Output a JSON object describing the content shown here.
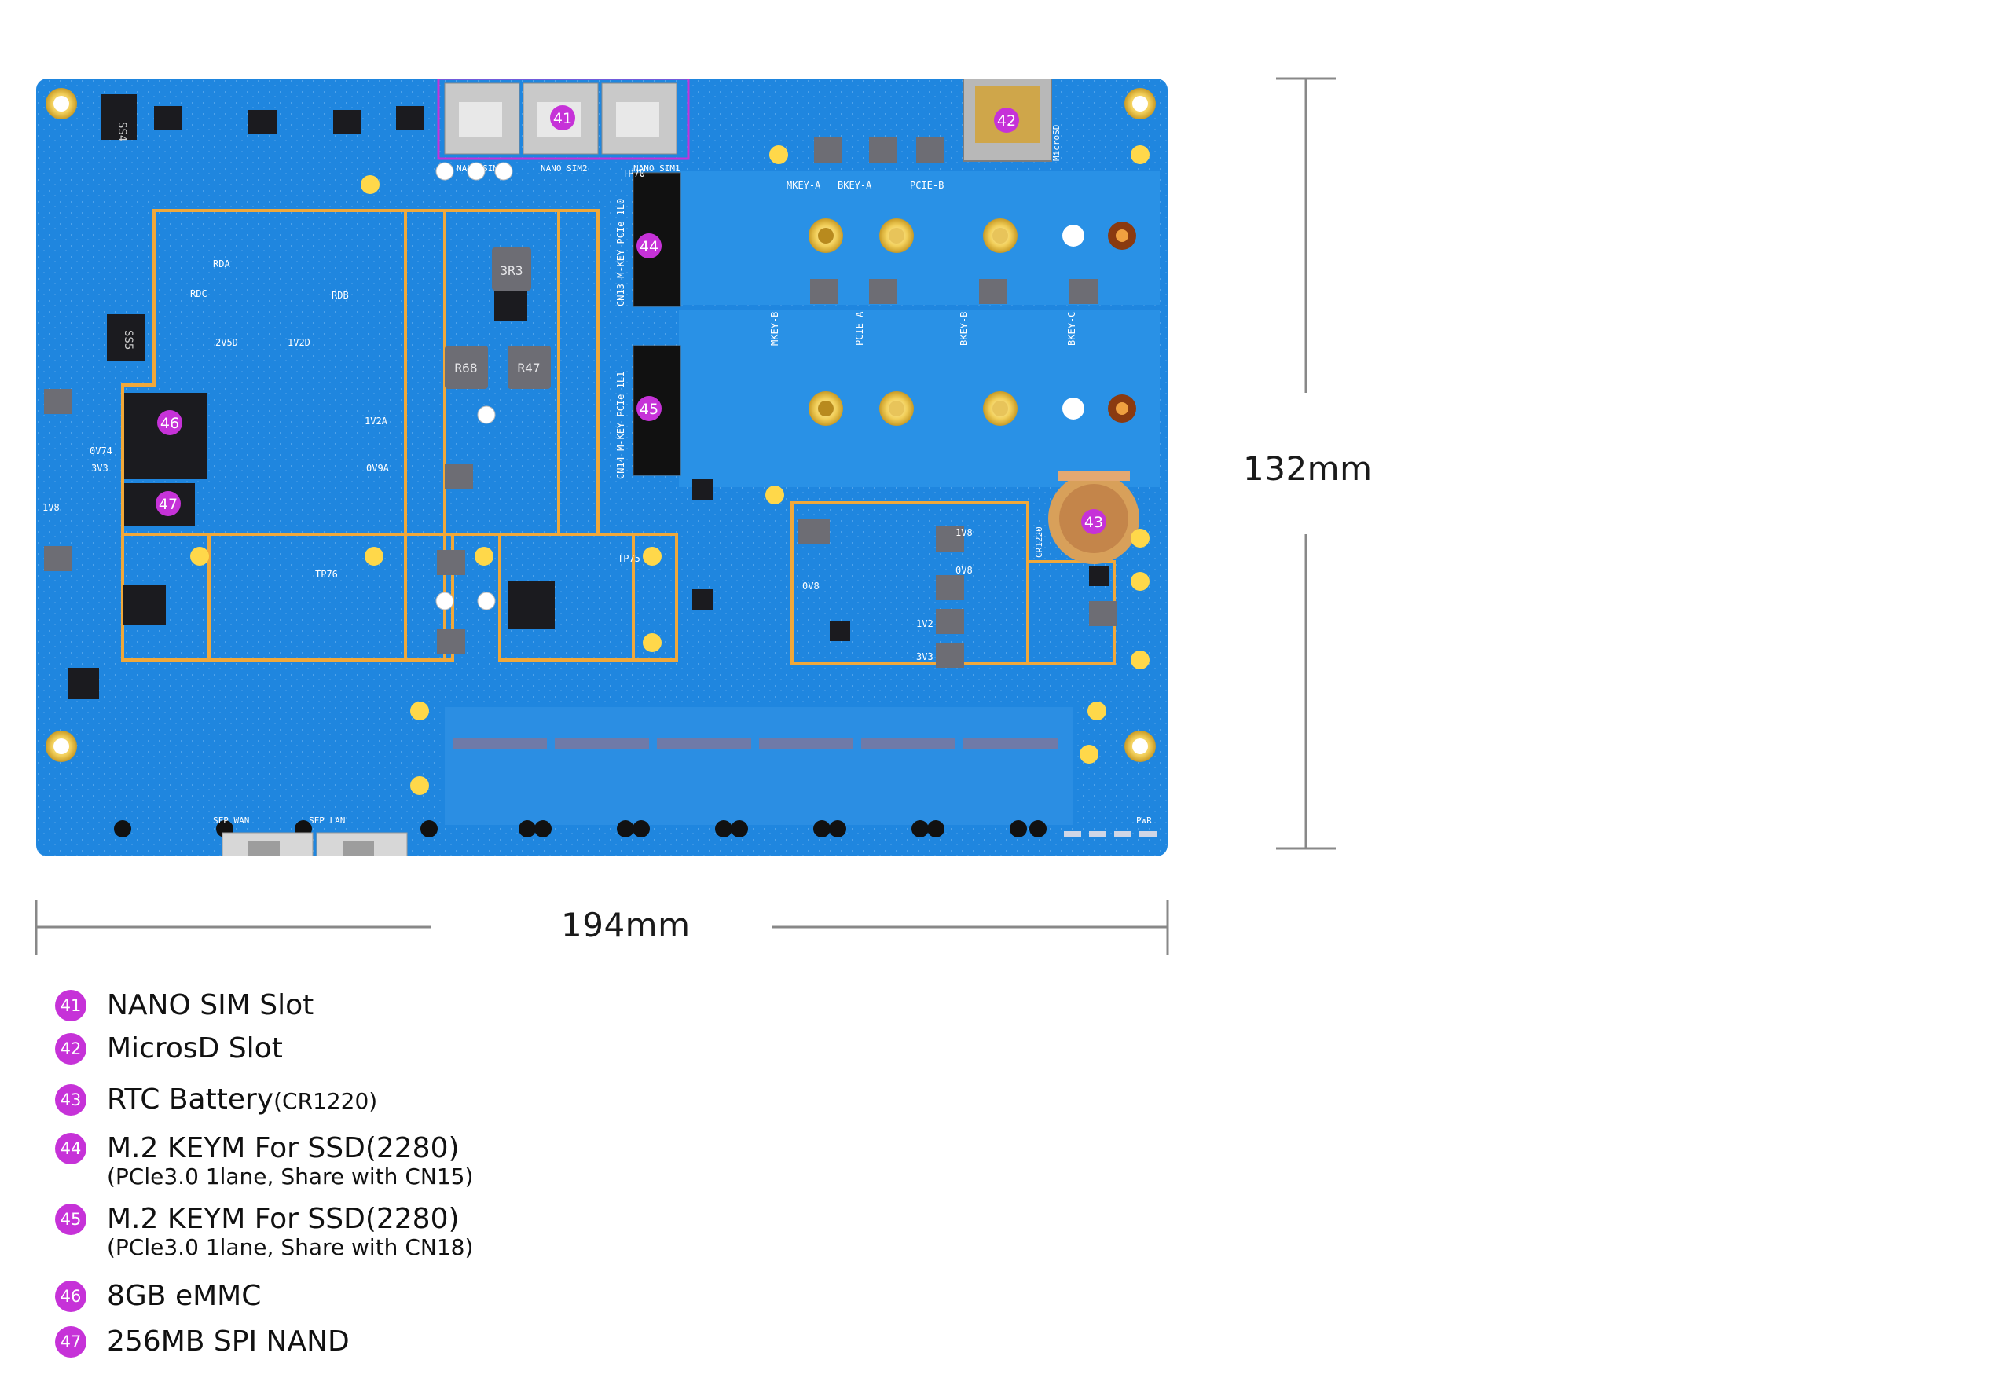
{
  "dimensions": {
    "height_label": "132mm",
    "width_label": "194mm"
  },
  "board_labels": {
    "sim3": "NANO SIM3",
    "sim2": "NANO SIM2",
    "sim1": "NANO SIM1",
    "microsd": "MicroSD",
    "mkey_a": "MKEY-A",
    "bkey_a": "BKEY-A",
    "pcie_b": "PCIE-B",
    "cn13": "CN13 M-KEY PCIe 1L0",
    "cn14": "CN14 M-KEY PCIe 1L1",
    "mkey_b": "MKEY-B",
    "pcie_a": "PCIE-A",
    "bkey_b": "BKEY-B",
    "bkey_c": "BKEY-C",
    "cr1220": "CR1220",
    "sfp_wan": "SFP WAN",
    "sfp_lan": "SFP LAN",
    "pwr": "PWR",
    "r47": "R47",
    "r68": "R68",
    "r33": "3R3",
    "v2v5d": "2V5D",
    "v1v2d": "1V2D",
    "v1v2a": "1V2A",
    "v0v9a": "0V9A",
    "v3v3": "3V3",
    "v0v74": "0V74",
    "v1v8": "1V8",
    "v0v8": "0V8",
    "v1v2": "1V2",
    "v3v3b": "3V3",
    "v1v8b": "1V8",
    "v0v8b": "0V8",
    "ic_ss4": "SS4",
    "ic_ss5": "SS5",
    "rda": "RDA",
    "rdc": "RDC",
    "rdb": "RDB",
    "tp76": "TP76",
    "tp75": "TP75",
    "tp70": "TP70"
  },
  "callouts": [
    {
      "id": "41"
    },
    {
      "id": "42"
    },
    {
      "id": "43"
    },
    {
      "id": "44"
    },
    {
      "id": "45"
    },
    {
      "id": "46"
    },
    {
      "id": "47"
    }
  ],
  "legend": [
    {
      "num": "41",
      "text": "NANO SIM Slot"
    },
    {
      "num": "42",
      "text": "MicrosD Slot"
    },
    {
      "num": "43",
      "text": "RTC Battery",
      "small": "(CR1220)"
    },
    {
      "num": "44",
      "text": "M.2 KEYM For SSD(2280)",
      "sub": "(PCle3.0 1lane, Share with  CN15)"
    },
    {
      "num": "45",
      "text": "M.2 KEYM For SSD(2280)",
      "sub": "(PCle3.0 1lane, Share with CN18)"
    },
    {
      "num": "46",
      "text": "8GB eMMC"
    },
    {
      "num": "47",
      "text": "256MB SPI NAND"
    }
  ],
  "colors": {
    "pcb": "#1f86df",
    "pcb_dark": "#1468b8",
    "pcb_light": "#4aa3ee",
    "outline": "#f0a83a",
    "callout": "#c632d8",
    "gold": "#f2cf5a",
    "chip": "#1b1b1f",
    "line": "#888888"
  }
}
